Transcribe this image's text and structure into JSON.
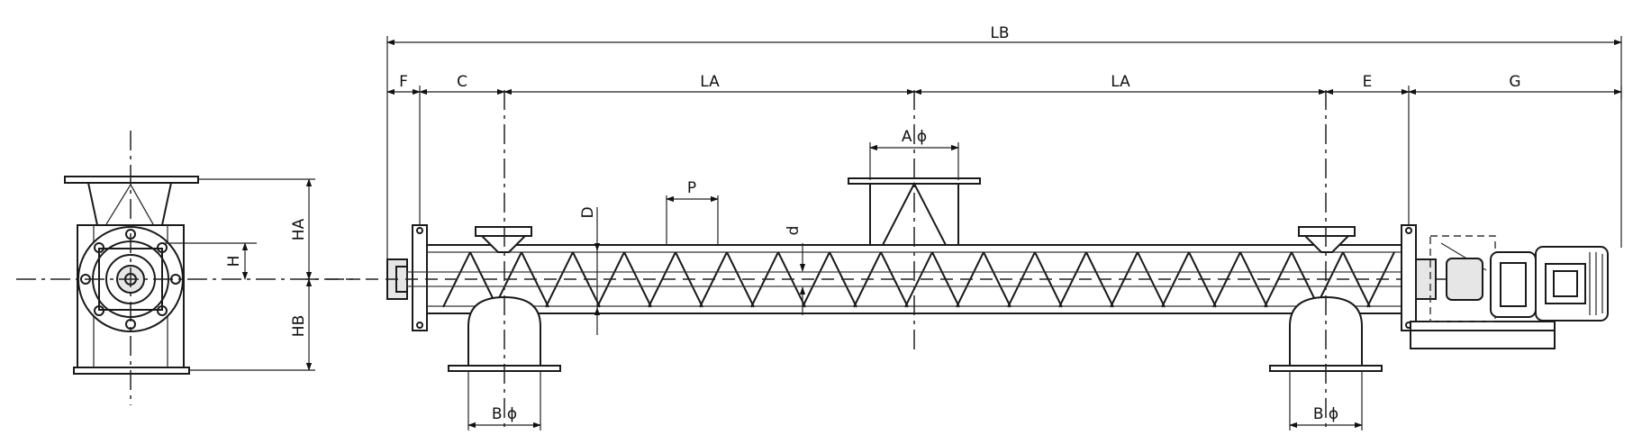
{
  "labels": {
    "lb": "LB",
    "f": "F",
    "c": "C",
    "la_left": "LA",
    "la_right": "LA",
    "e": "E",
    "g": "G",
    "a_phi": "A ϕ",
    "p": "P",
    "d": "D",
    "d_small": "d",
    "h": "H",
    "ha": "HA",
    "hb": "HB",
    "b_phi_left": "B ϕ",
    "b_phi_right": "B ϕ"
  }
}
